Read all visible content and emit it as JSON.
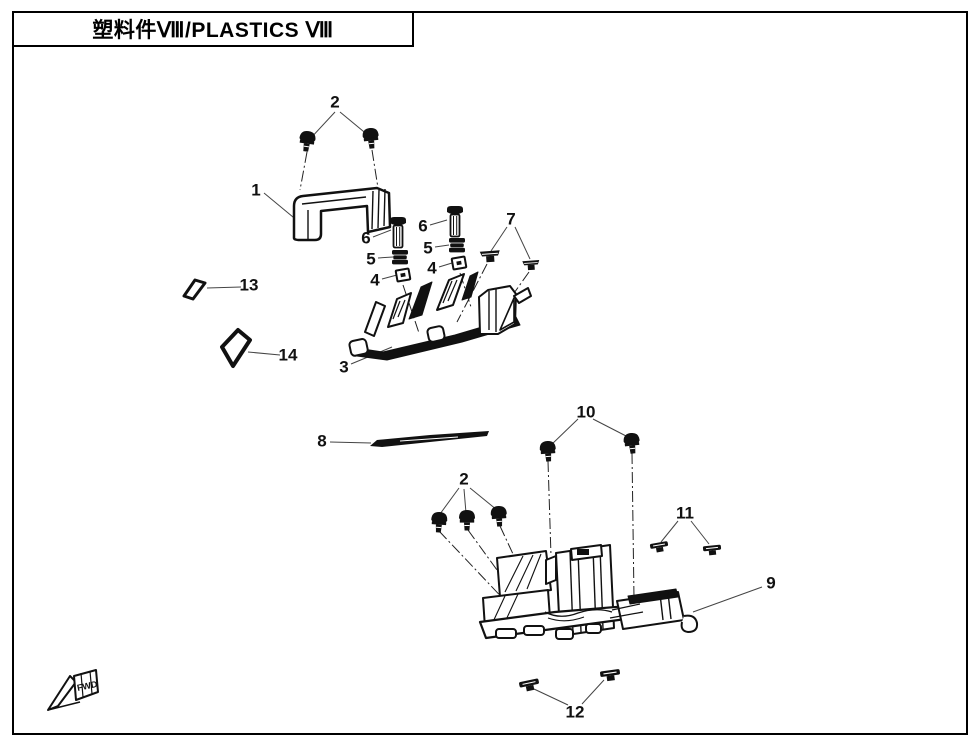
{
  "header": {
    "title": "塑料件Ⅷ/PLASTICS Ⅷ"
  },
  "diagram": {
    "fwd_label": "FWD",
    "callouts": {
      "c1": "1",
      "c2_top": "2",
      "c2_bottom": "2",
      "c3": "3",
      "c4_left": "4",
      "c4_right": "4",
      "c5_left": "5",
      "c5_right": "5",
      "c6_left": "6",
      "c6_right": "6",
      "c7": "7",
      "c8": "8",
      "c9": "9",
      "c10": "10",
      "c11": "11",
      "c12": "12",
      "c13": "13",
      "c14": "14"
    }
  }
}
